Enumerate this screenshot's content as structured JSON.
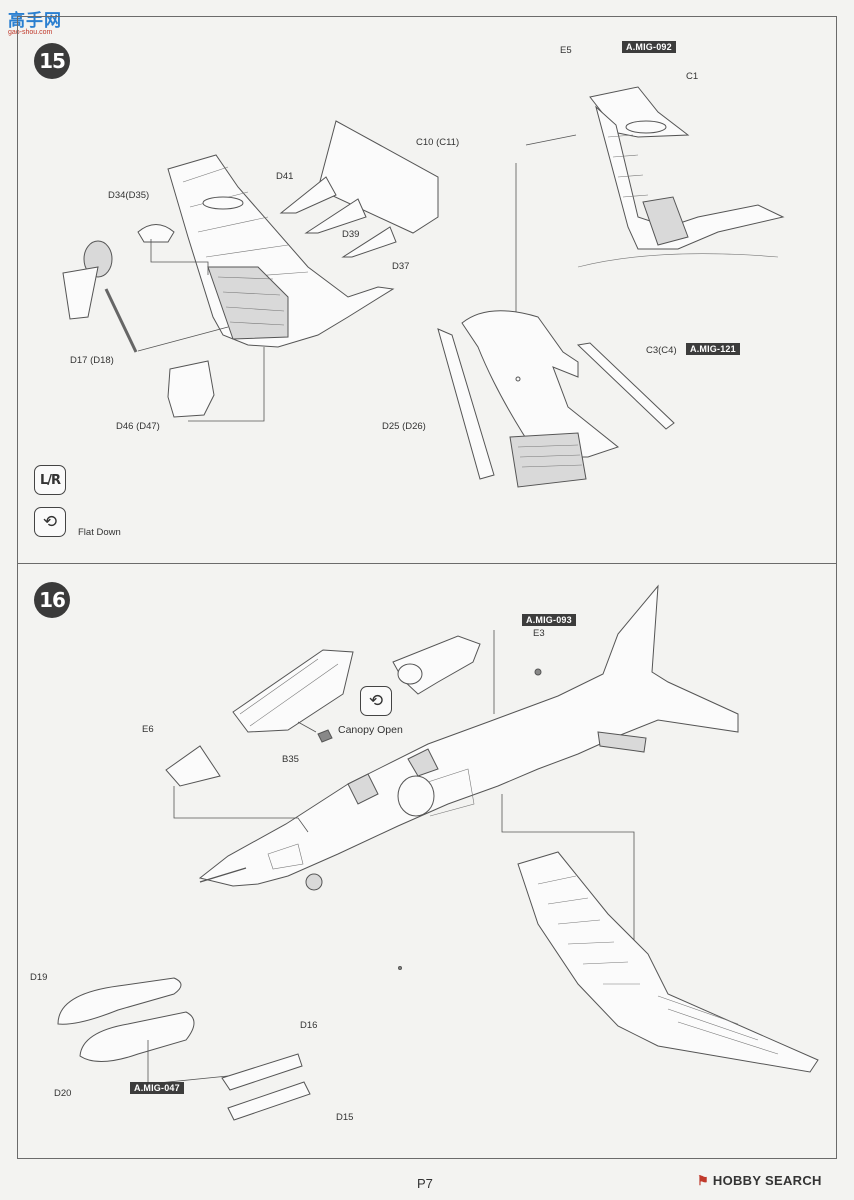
{
  "watermark": {
    "site_name": "高手网",
    "site_url": "gao-shou.com"
  },
  "step15": {
    "number": "15",
    "labels": {
      "e5": "E5",
      "c1": "C1",
      "c10": "C10 (C11)",
      "d41": "D41",
      "d39": "D39",
      "d37": "D37",
      "d34": "D34(D35)",
      "d17": "D17 (D18)",
      "d46": "D46 (D47)",
      "d25": "D25 (D26)",
      "c3": "C3(C4)"
    },
    "paints": {
      "top": "A.MIG-092",
      "strip": "A.MIG-121"
    },
    "symbols": {
      "lr": "L/R",
      "flat_down": "Flat Down"
    }
  },
  "step16": {
    "number": "16",
    "labels": {
      "e3": "E3",
      "e6": "E6",
      "b35": "B35",
      "canopy_open": "Canopy Open",
      "d19": "D19",
      "d20": "D20",
      "d16": "D16",
      "d15": "D15"
    },
    "paints": {
      "top": "A.MIG-093",
      "tank": "A.MIG-047"
    }
  },
  "footer": {
    "page": "P7",
    "brand_prefix": "HOBBY",
    "brand_suffix": "SEARCH"
  },
  "colors": {
    "badge": "#3a3a3a",
    "paint_tag": "#3c3c3c",
    "watermark_blue": "#2a7fd0",
    "accent_red": "#c0392b"
  }
}
